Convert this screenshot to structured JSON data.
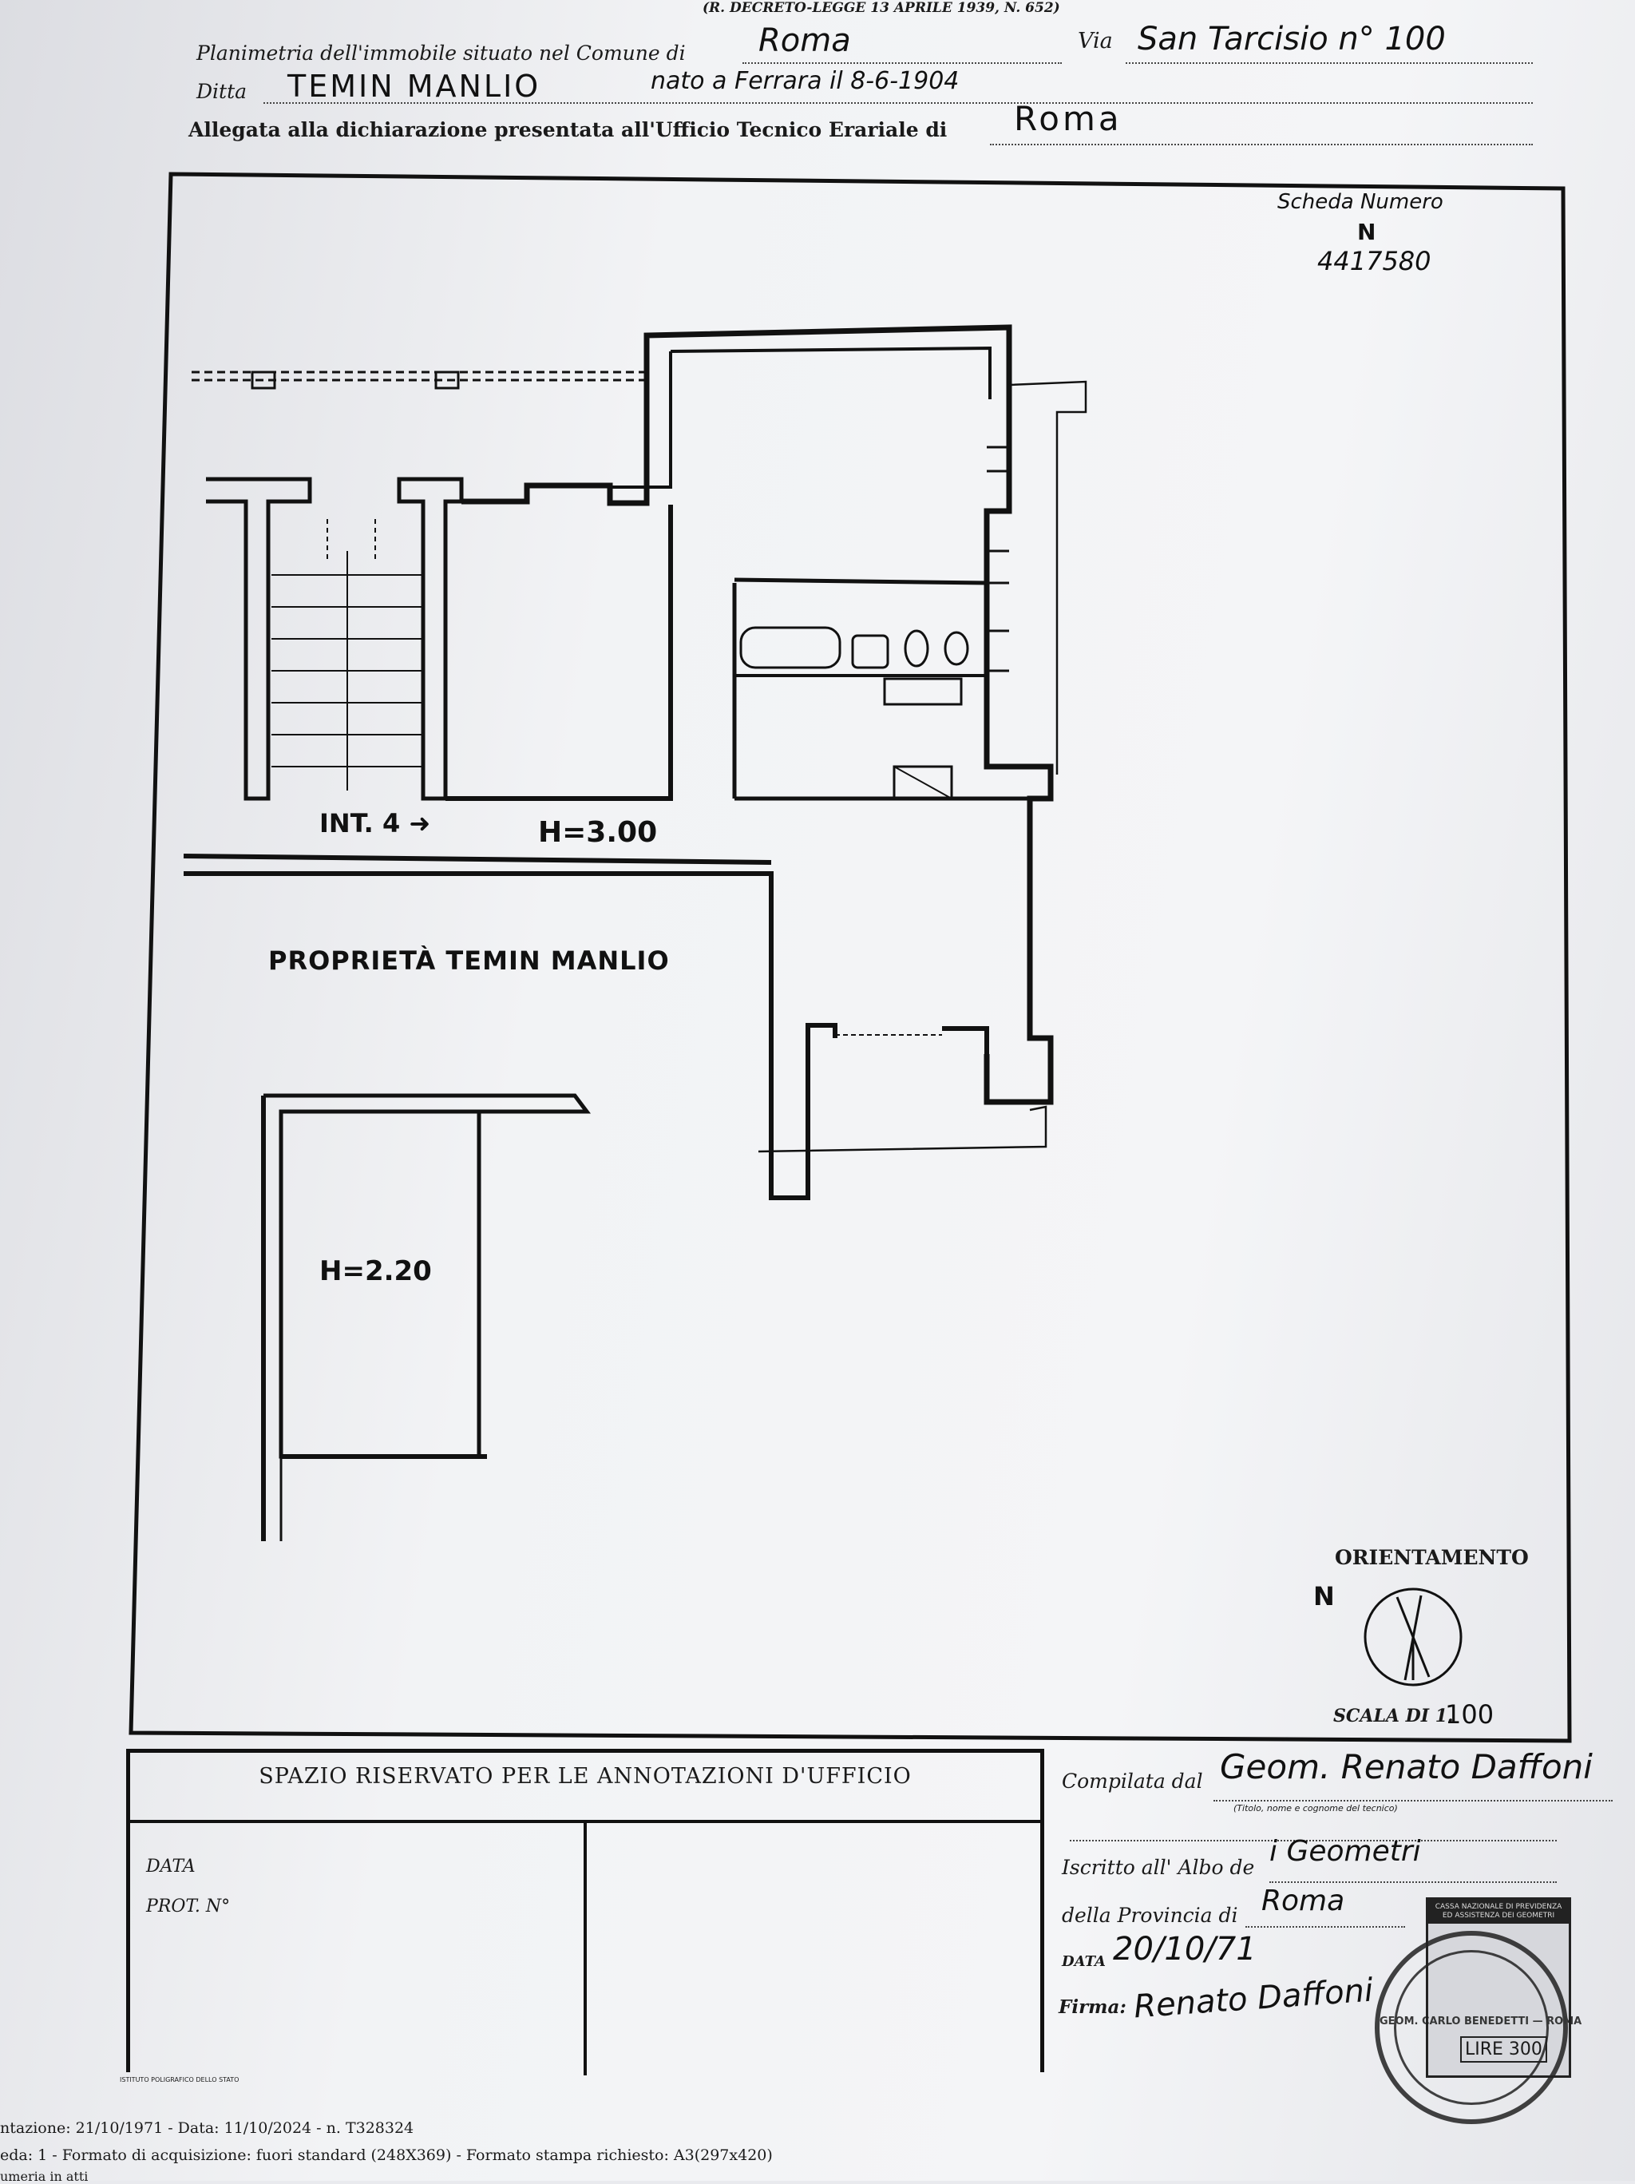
{
  "header": {
    "decree": "(R. DECRETO-LEGGE 13 APRILE 1939, N. 652)",
    "planimetria_label": "Planimetria dell'immobile situato nel Comune di",
    "comune_value": "Roma",
    "via_label": "Via",
    "via_value": "San Tarcisio n° 100",
    "ditta_label": "Ditta",
    "ditta_value": "TEMIN MANLIO",
    "nato_value": "nato a Ferrara il 8-6-1904",
    "allegata_label": "Allegata alla dichiarazione presentata all'Ufficio Tecnico Erariale di",
    "ufficio_value": "Roma"
  },
  "scheda": {
    "title": "Scheda Numero",
    "letter": "N",
    "number": "4417580"
  },
  "plan": {
    "int_label": "INT. 4",
    "height_main": "H=3.00",
    "property_label": "PROPRIETÀ TEMIN MANLIO",
    "height_cellar": "H=2.20",
    "orientation_title": "ORIENTAMENTO",
    "north_letter": "N",
    "scale_label": "SCALA DI 1.",
    "scale_value": "100"
  },
  "office": {
    "title": "SPAZIO RISERVATO PER LE ANNOTAZIONI D'UFFICIO",
    "data_label": "DATA",
    "prot_label": "PROT. N°",
    "printer": "ISTITUTO POLIGRAFICO DELLO STATO"
  },
  "compilation": {
    "compilata_label": "Compilata dal",
    "compilata_value": "Geom. Renato Daffoni",
    "compilata_hint": "(Titolo, nome e cognome del tecnico)",
    "iscritto_label": "Iscritto all' Albo de",
    "iscritto_value": "i Geometri",
    "provincia_label": "della Provincia di",
    "provincia_value": "Roma",
    "data_label": "DATA",
    "data_value": "20/10/71",
    "firma_label": "Firma:",
    "firma_value": "Renato Daffoni"
  },
  "stamp": {
    "header": "CASSA NAZIONALE DI PREVIDENZA ED ASSISTENZA DEI GEOMETRI",
    "value": "LIRE 300",
    "ring_text": "GEOM. CARLO BENEDETTI — ROMA"
  },
  "footer": {
    "line1": "ntazione: 21/10/1971 - Data: 11/10/2024 - n. T328324",
    "line2": "eda: 1 - Formato di acquisizione: fuori standard (248X369) - Formato stampa richiesto: A3(297x420)",
    "line3": "umeria in atti"
  }
}
